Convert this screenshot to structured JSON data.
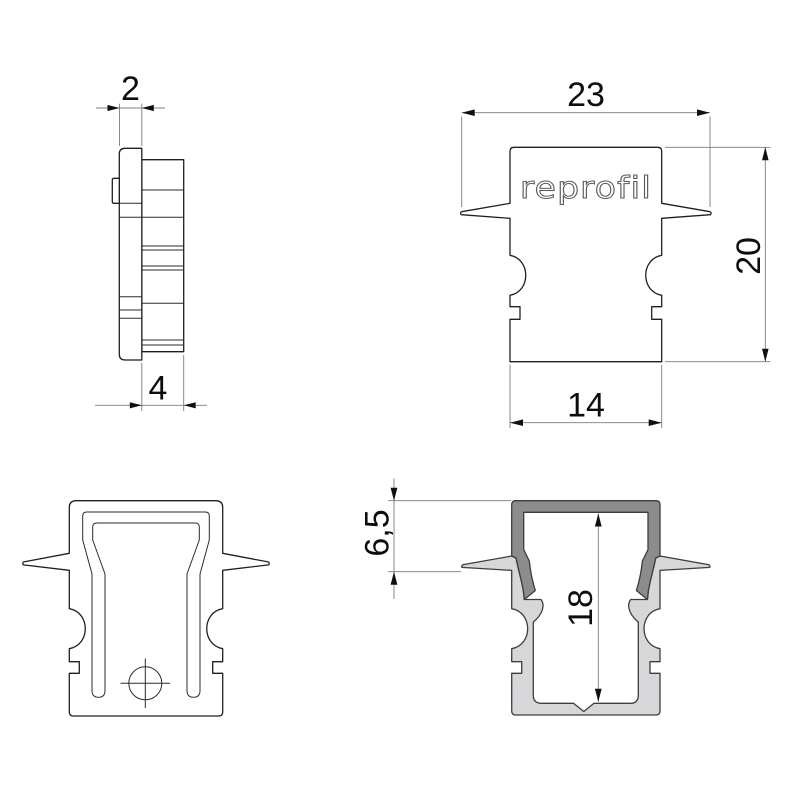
{
  "logo": {
    "text": "reprofil"
  },
  "dims": {
    "side_thickness": "2",
    "side_depth": "4",
    "front_width": "23",
    "front_height": "20",
    "front_body_width": "14",
    "section_recess_height": "6,5",
    "section_inner_height": "18"
  },
  "colors": {
    "profile_fill": "#d7d7d9",
    "cover_fill": "#8c8c8c",
    "outline": "#1f1f1f",
    "dim_line": "#7d7d7d",
    "text": "#0d0d0d"
  }
}
